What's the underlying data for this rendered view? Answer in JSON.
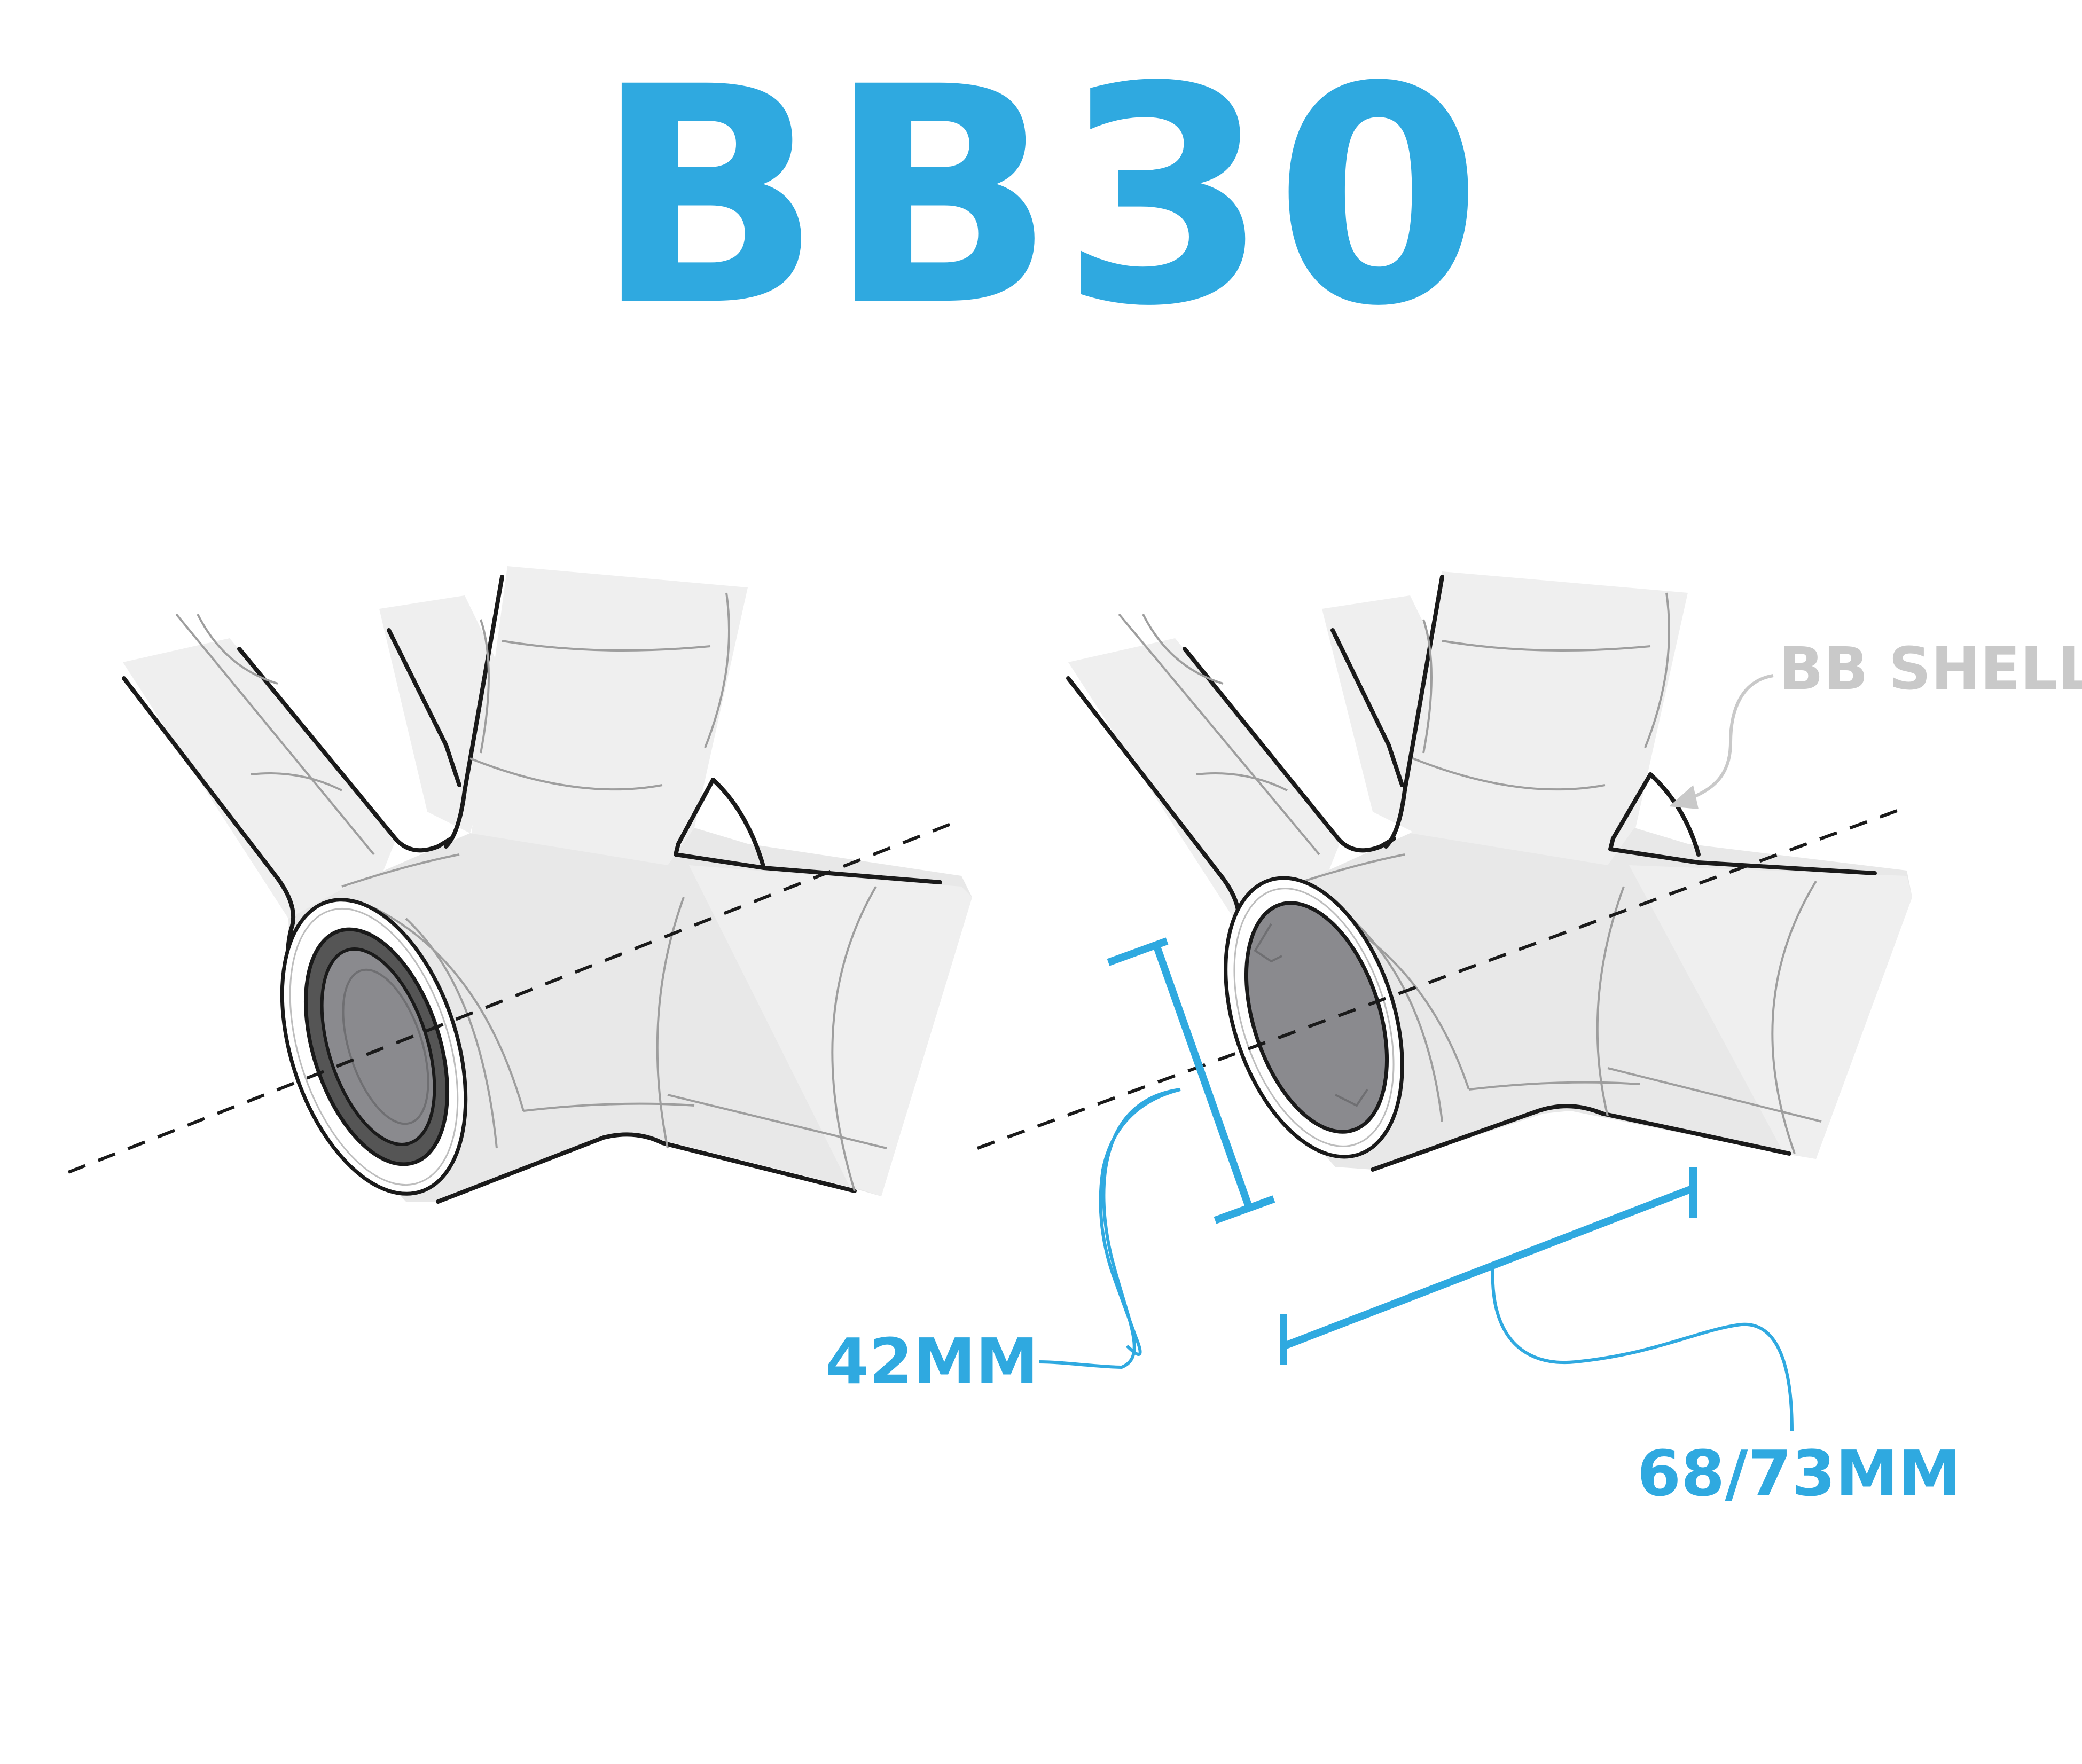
{
  "title": "BB30",
  "labels": {
    "bb_shell": "BB SHELL",
    "diameter": "42MM",
    "width": "68/73MM"
  },
  "colors": {
    "accent": "#2fa9e0",
    "annotation_gray": "#c9c9c9",
    "frame_fill": "#e8e8e8",
    "outline": "#1a1a1a",
    "cup_dark": "#555555",
    "bore": "#8a8a8e"
  },
  "figures": [
    {
      "name": "bb-frame-with-bearing-cup"
    },
    {
      "name": "bb-frame-bare-shell"
    }
  ]
}
